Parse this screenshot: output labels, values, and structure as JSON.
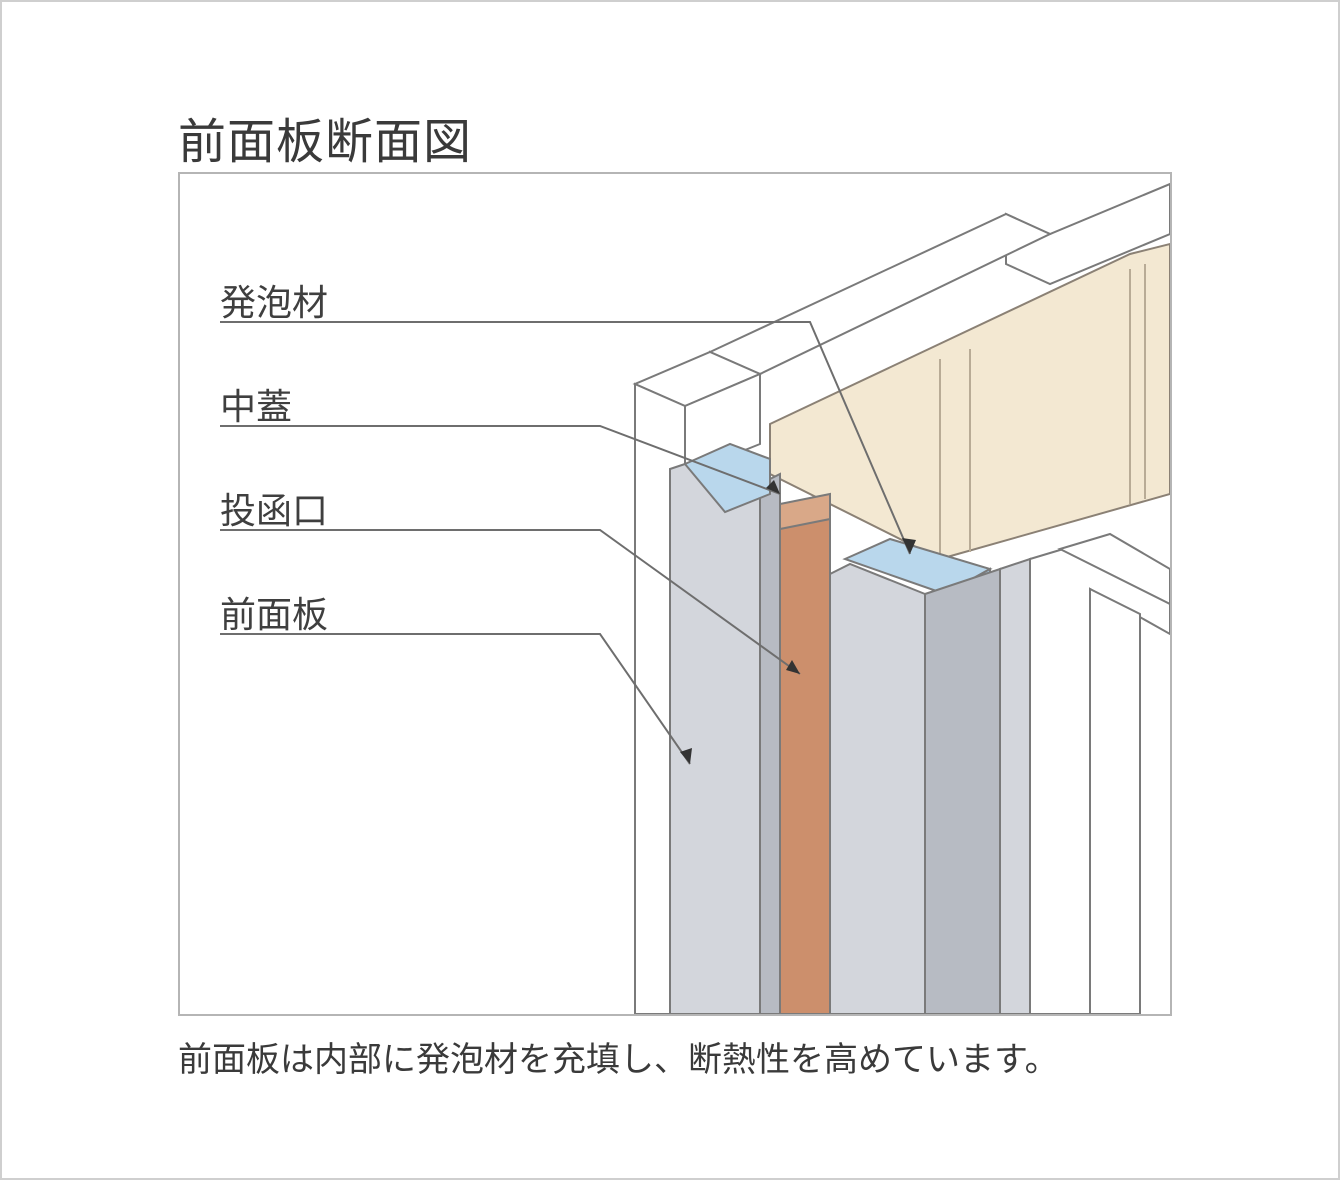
{
  "diagram": {
    "title": "前面板断面図",
    "labels": {
      "foam": "発泡材",
      "inner_lid": "中蓋",
      "mail_slot": "投函口",
      "front_panel": "前面板"
    },
    "caption": "前面板は内部に発泡材を充填し、断熱性を高めています。"
  },
  "colors": {
    "foam_cream": "#f3e8d2",
    "panel_gray": "#d3d6dc",
    "panel_gray_dark": "#b7bbc3",
    "slot_brown": "#cc8f6c",
    "lid_blue": "#b9d7ec",
    "line": "#6e6e6e"
  }
}
